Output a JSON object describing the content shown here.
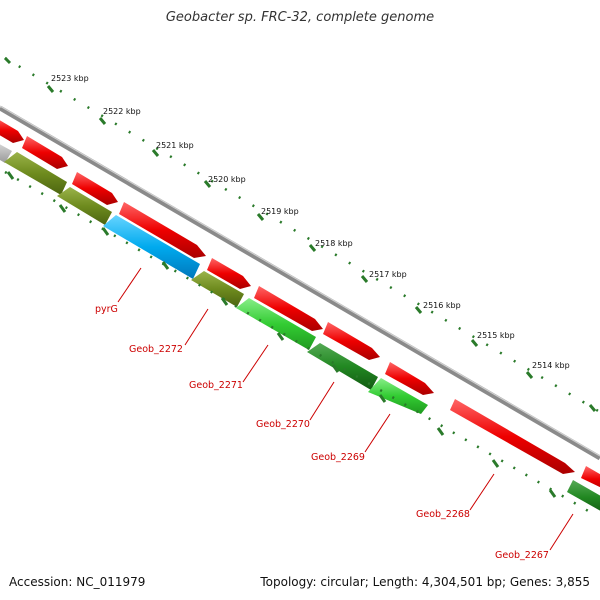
{
  "title": "Geobacter sp. FRC-32, complete genome",
  "footer": {
    "accession": "Accession: NC_011979",
    "topology": "Topology: circular; Length: 4,304,501 bp; Genes: 3,855"
  },
  "colors": {
    "backbone": "#8a8a8a",
    "forward": "#ee0000",
    "reverse_olive": "#6e8b1e",
    "reverse_blue": "#00aaee",
    "reverse_green": "#33cc33",
    "reverse_darkgreen": "#228822",
    "gray_gene": "#bbbbbb",
    "tick": "#2a7a2a",
    "label": "#cc0000"
  },
  "scale_labels": [
    "2523 kbp",
    "2522 kbp",
    "2521 kbp",
    "2520 kbp",
    "2519 kbp",
    "2518 kbp",
    "2517 kbp",
    "2516 kbp",
    "2515 kbp",
    "2514 kbp"
  ],
  "gene_labels": [
    "pyrG",
    "Geob_2272",
    "Geob_2271",
    "Geob_2270",
    "Geob_2269",
    "Geob_2268",
    "Geob_2267"
  ]
}
